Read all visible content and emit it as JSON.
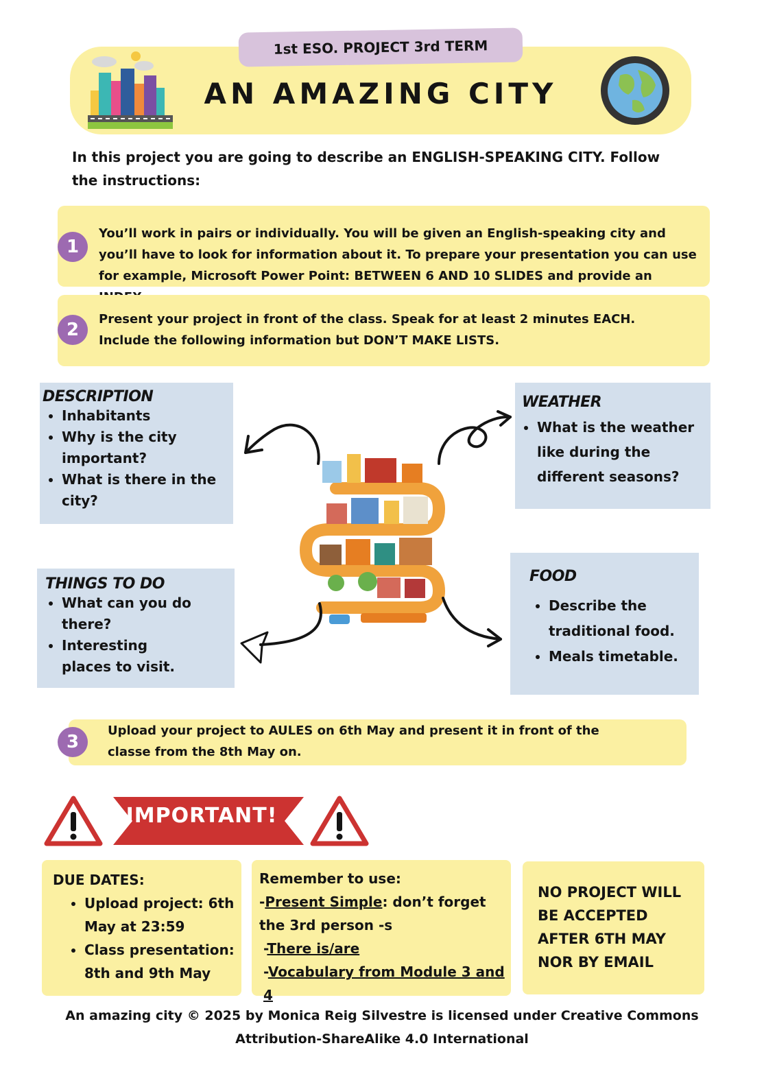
{
  "header": {
    "term_label": "1st ESO. PROJECT 3rd TERM",
    "title": "AN AMAZING CITY"
  },
  "intro": "In this project you are going to describe an ENGLISH-SPEAKING CITY.  Follow the instructions:",
  "steps": [
    {
      "number": "1",
      "text": "You’ll work in pairs or individually. You will be given an English-speaking city and you’ll have to look for information about it. To prepare your presentation you can use for example, Microsoft Power Point: BETWEEN 6 AND 10 SLIDES and provide an INDEX."
    },
    {
      "number": "2",
      "text": "Present your project in front of the class. Speak for at least 2 minutes EACH. Include the following information but DON’T MAKE LISTS."
    },
    {
      "number": "3",
      "text": "Upload your project to AULES on 6th May and present it in front of the classe from the 8th May on."
    }
  ],
  "topics": {
    "description": {
      "title": "DESCRIPTION",
      "items": [
        "Inhabitants",
        "Why is the city important?",
        "What is there in the city?"
      ]
    },
    "weather": {
      "title": "WEATHER",
      "items": [
        "What is the weather like during the different seasons?"
      ]
    },
    "things_to_do": {
      "title": "THINGS TO DO",
      "items": [
        "What can you do there?",
        "Interesting places to visit."
      ]
    },
    "food": {
      "title": "FOOD",
      "items": [
        "Describe the traditional food.",
        "Meals timetable."
      ]
    }
  },
  "important": {
    "label": "IMPORTANT!"
  },
  "due_dates": {
    "title": "DUE DATES:",
    "items": [
      "Upload project: 6th May at 23:59",
      "Class presentation: 8th and 9th May"
    ]
  },
  "remember": {
    "title": "Remember to use:",
    "present_simple": "Present Simple",
    "present_simple_rest": ": don’t forget the 3rd person -s",
    "there_is": "There is/are",
    "vocabulary": "Vocabulary from Module 3 and 4"
  },
  "no_project": "NO  PROJECT WILL BE ACCEPTED AFTER 6TH MAY NOR BY EMAIL",
  "footer": "An amazing city © 2025 by Monica Reig Silvestre is licensed under Creative Commons Attribution-ShareAlike 4.0 International",
  "colors": {
    "banner": "#fbf0a2",
    "tab": "#d8c3dc",
    "topic": "#d3dfec",
    "step_circle": "#9d6ab1",
    "important_red": "#cc3331"
  }
}
